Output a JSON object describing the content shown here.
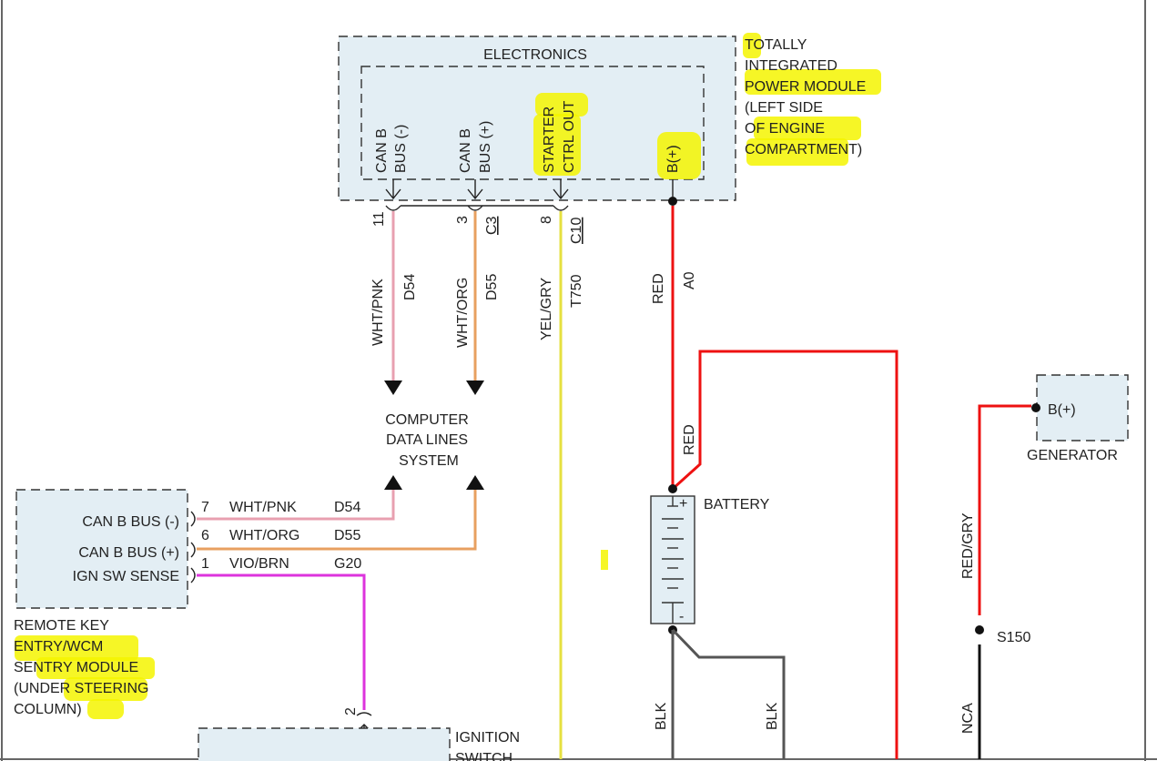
{
  "modules": {
    "tipm": {
      "title": "ELECTRONICS",
      "name_lines": [
        "TOTALLY",
        "INTEGRATED",
        "POWER MODULE",
        "(LEFT SIDE",
        "OF ENGINE",
        "COMPARTMENT)"
      ],
      "pins": [
        {
          "line1": "CAN B",
          "line2": "BUS (-)"
        },
        {
          "line1": "CAN B",
          "line2": "BUS (+)"
        },
        {
          "line1": "STARTER",
          "line2": "CTRL OUT"
        },
        {
          "line1": "B(+)",
          "line2": ""
        }
      ]
    },
    "generator": {
      "pin": "B(+)",
      "name": "GENERATOR"
    },
    "battery": {
      "name": "BATTERY",
      "plus": "+",
      "minus": "-"
    },
    "wcm": {
      "pins": [
        "CAN B BUS (-)",
        "CAN B BUS (+)",
        "IGN SW SENSE"
      ],
      "name_lines": [
        "REMOTE KEY",
        "ENTRY/WCM",
        "SENTRY MODULE",
        "(UNDER STEERING",
        "COLUMN)"
      ]
    },
    "ignition": {
      "name_lines": [
        "IGNITION",
        "SWITCH"
      ]
    }
  },
  "connectors": {
    "tipm_pins": [
      "11",
      "3",
      "8"
    ],
    "c3": "C3",
    "c10": "C10",
    "ign_pin": "2"
  },
  "computer_data_lines": [
    "COMPUTER",
    "DATA LINES",
    "SYSTEM"
  ],
  "wires": {
    "wht_pnk": {
      "color": "WHT/PNK",
      "circuit": "D54",
      "pin": "7",
      "hex": "#e8a0b0"
    },
    "wht_org": {
      "color": "WHT/ORG",
      "circuit": "D55",
      "pin": "6",
      "hex": "#e8a060"
    },
    "vio_brn": {
      "color": "VIO/BRN",
      "circuit": "G20",
      "pin": "1",
      "hex": "#dd33dd"
    },
    "yel_gry": {
      "color": "YEL/GRY",
      "circuit": "T750",
      "hex": "#e6e040"
    },
    "red_a0": {
      "color": "RED",
      "circuit": "A0",
      "hex": "#ee1111"
    },
    "red_batt": {
      "color": "RED",
      "hex": "#ee1111"
    },
    "red_gry": {
      "color": "RED/GRY",
      "hex": "#ee1111"
    },
    "blk_1": {
      "color": "BLK",
      "hex": "#555555"
    },
    "blk_2": {
      "color": "BLK",
      "hex": "#555555"
    },
    "nca": {
      "color": "NCA",
      "hex": "#111111"
    }
  },
  "splice": "S150",
  "highlight_color": "#f5f500"
}
